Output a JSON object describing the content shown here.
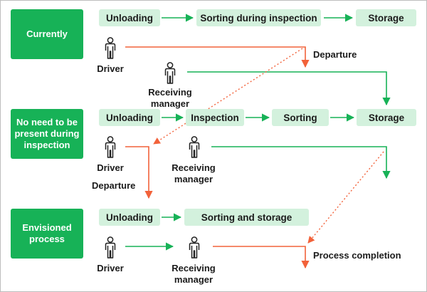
{
  "colors": {
    "accent_green": "#17b257",
    "step_fill": "#d3f1dd",
    "green_arrow": "#17b257",
    "orange_arrow": "#f2623a",
    "text": "#1b1b1b"
  },
  "rows": {
    "current": {
      "label": "Currently",
      "steps": [
        "Unloading",
        "Sorting during inspection",
        "Storage"
      ],
      "driver": "Driver",
      "receiver": "Receiving\nmanager",
      "note": "Departure"
    },
    "no_need": {
      "label": "No need to be\npresent during\ninspection",
      "steps": [
        "Unloading",
        "Inspection",
        "Sorting",
        "Storage"
      ],
      "driver": "Driver",
      "receiver": "Receiving\nmanager",
      "note": "Departure"
    },
    "envisioned": {
      "label": "Envisioned\nprocess",
      "steps": [
        "Unloading",
        "Sorting and storage"
      ],
      "driver": "Driver",
      "receiver": "Receiving\nmanager",
      "note": "Process completion"
    }
  },
  "icons": {
    "person": "person-icon"
  }
}
